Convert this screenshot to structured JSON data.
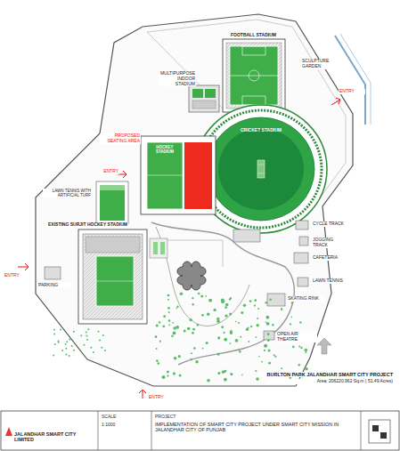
{
  "diagram": {
    "title": "BURLTON PARK JALANDHAR SMART CITY PROJECT",
    "nodes": [
      {
        "text": [
          "FOOTBALL STADIUM"
        ]
      },
      {
        "text": [
          "CRICKET STADIUM"
        ]
      },
      {
        "text": [
          "HOCKEY STADIUM"
        ]
      },
      {
        "text": [
          "LAWN TENNIS WITH ARTIFICIAL TURF"
        ]
      },
      {
        "text": [
          "EXISTING SURJIT HOCKEY STADIUM"
        ]
      },
      {
        "text": [
          "JALANDHAR SMART CITY LIMITED"
        ]
      },
      {
        "text": [
          "SCALE",
          "1:1000"
        ]
      },
      {
        "text": [
          "PROJECT",
          "IMPLEMENTATION OF SMART CITY PROJECT UNDER SMART CITY MISSION IN JALANDHAR CITY OF PUNJAB"
        ]
      }
    ],
    "labels": [
      "Area: 206220.962 Sq.m ( 51.49 Acres)",
      "MULTIPURPOSE INDOOR STADIUM",
      "PROPOSED SEATING AREA",
      "ENTRY",
      "ENTRY",
      "ENTRY",
      "ENTRY",
      "SCULPTURE GARDEN",
      "CYCLE TRACK",
      "JOGGING TRACK",
      "CAFETERIA",
      "LAWN TENNIS",
      "PARKING",
      "SKATING RINK",
      "OPEN AIR THEATRE"
    ]
  }
}
